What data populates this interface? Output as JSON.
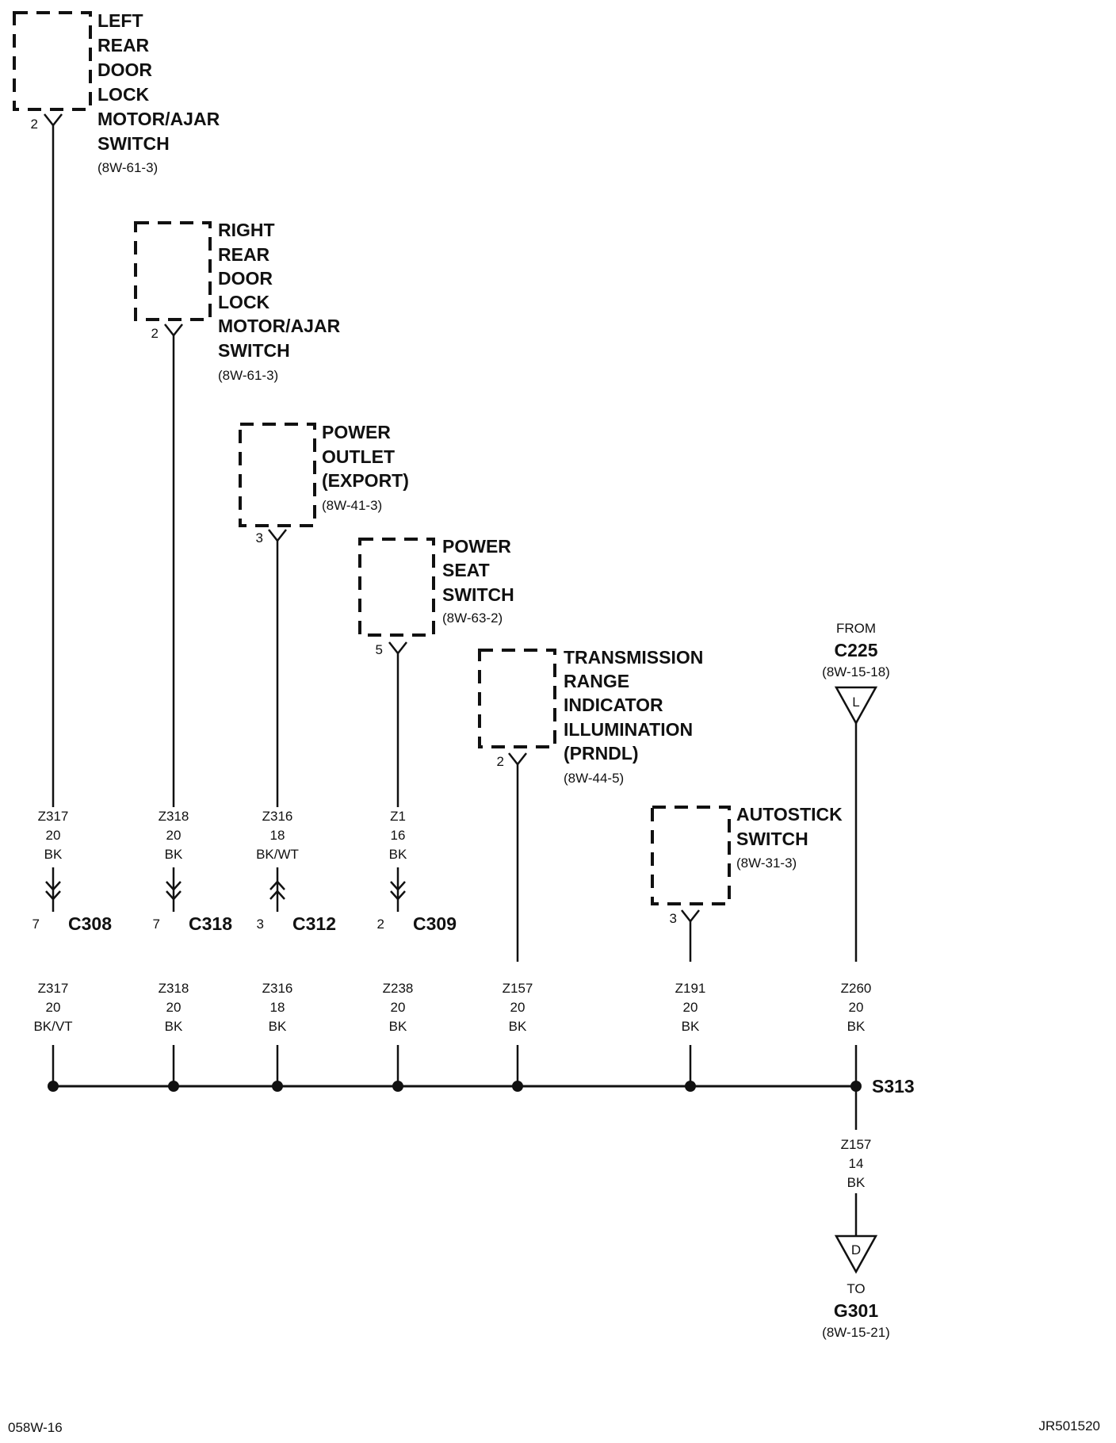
{
  "components": {
    "left_rear": {
      "lines": [
        "LEFT",
        "REAR",
        "DOOR",
        "LOCK",
        "MOTOR/AJAR",
        "SWITCH"
      ],
      "ref": "(8W-61-3)",
      "pin": "2"
    },
    "right_rear": {
      "lines": [
        "RIGHT",
        "REAR",
        "DOOR",
        "LOCK",
        "MOTOR/AJAR",
        "SWITCH"
      ],
      "ref": "(8W-61-3)",
      "pin": "2"
    },
    "power_outlet": {
      "lines": [
        "POWER",
        "OUTLET",
        "(EXPORT)"
      ],
      "ref": "(8W-41-3)",
      "pin": "3"
    },
    "power_seat": {
      "lines": [
        "POWER",
        "SEAT",
        "SWITCH"
      ],
      "ref": "(8W-63-2)",
      "pin": "5"
    },
    "prndl": {
      "lines": [
        "TRANSMISSION",
        "RANGE",
        "INDICATOR",
        "ILLUMINATION",
        "(PRNDL)"
      ],
      "ref": "(8W-44-5)",
      "pin": "2"
    },
    "autostick": {
      "lines": [
        "AUTOSTICK",
        "SWITCH"
      ],
      "ref": "(8W-31-3)",
      "pin": "3"
    }
  },
  "wires_upper": [
    {
      "circuit": "Z317",
      "gauge": "20",
      "color": "BK"
    },
    {
      "circuit": "Z318",
      "gauge": "20",
      "color": "BK"
    },
    {
      "circuit": "Z316",
      "gauge": "18",
      "color": "BK/WT"
    },
    {
      "circuit": "Z1",
      "gauge": "16",
      "color": "BK"
    }
  ],
  "connectors": [
    {
      "pin": "7",
      "name": "C308"
    },
    {
      "pin": "7",
      "name": "C318"
    },
    {
      "pin": "3",
      "name": "C312"
    },
    {
      "pin": "2",
      "name": "C309"
    }
  ],
  "wires_lower": [
    {
      "circuit": "Z317",
      "gauge": "20",
      "color": "BK/VT"
    },
    {
      "circuit": "Z318",
      "gauge": "20",
      "color": "BK"
    },
    {
      "circuit": "Z316",
      "gauge": "18",
      "color": "BK"
    },
    {
      "circuit": "Z238",
      "gauge": "20",
      "color": "BK"
    },
    {
      "circuit": "Z157",
      "gauge": "20",
      "color": "BK"
    },
    {
      "circuit": "Z191",
      "gauge": "20",
      "color": "BK"
    },
    {
      "circuit": "Z260",
      "gauge": "20",
      "color": "BK"
    }
  ],
  "from_c225": {
    "from": "FROM",
    "name": "C225",
    "ref": "(8W-15-18)",
    "letter": "L"
  },
  "splice": {
    "name": "S313"
  },
  "ground_wire": {
    "circuit": "Z157",
    "gauge": "14",
    "color": "BK"
  },
  "to_g301": {
    "to": "TO",
    "name": "G301",
    "ref": "(8W-15-21)",
    "letter": "D"
  },
  "footer": {
    "left": "058W-16",
    "right": "JR501520"
  }
}
